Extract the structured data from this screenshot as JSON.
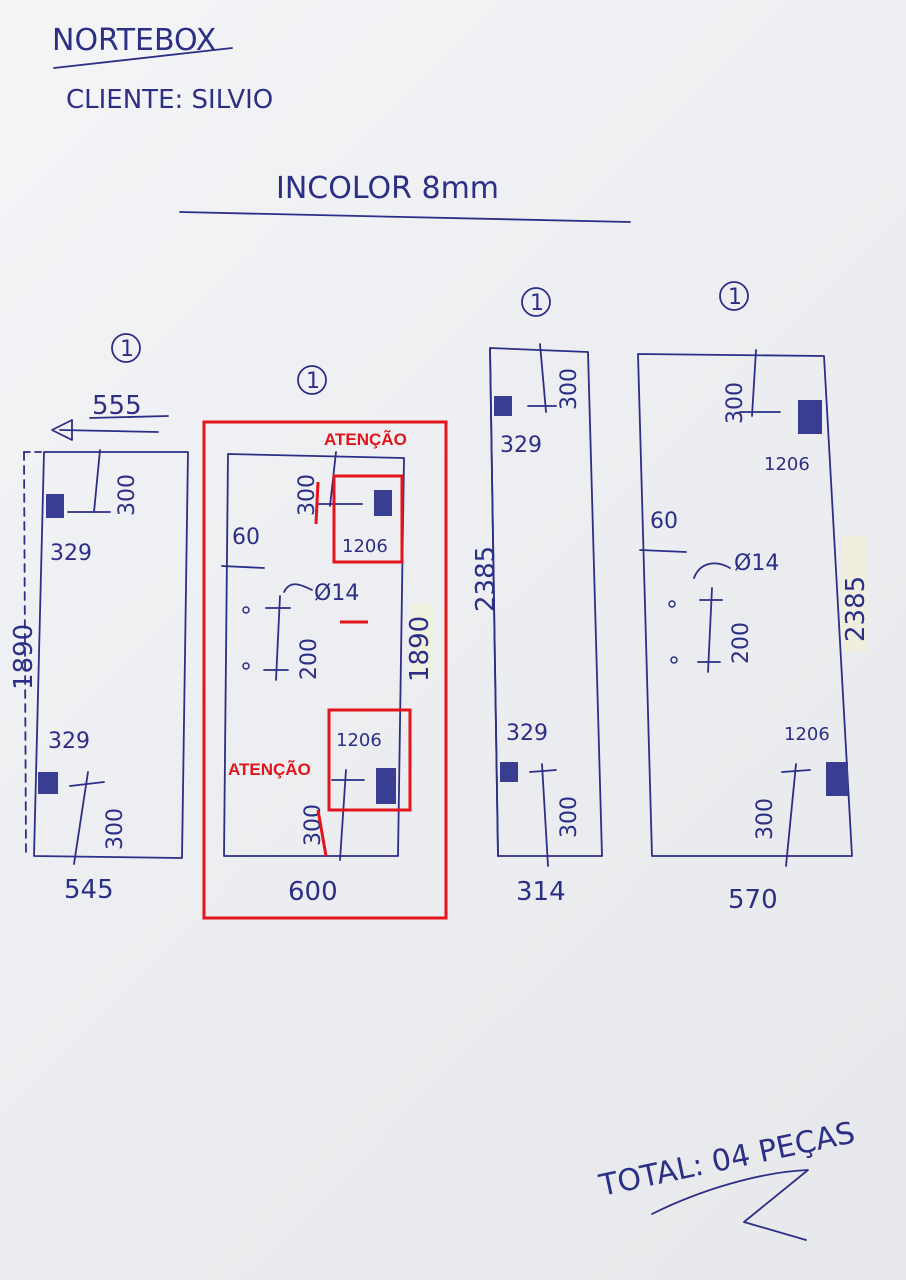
{
  "header": {
    "company": "NORTEBOX",
    "client": "CLIENTE: SILVIO",
    "material": "INCOLOR 8mm"
  },
  "pieces": [
    {
      "qty": "1",
      "top_width": "555",
      "bottom_width": "545",
      "height": "1890",
      "hinge_distance_top": "300",
      "hinge_distance_bottom": "300",
      "hinge_offset_top": "329",
      "hinge_offset_bottom": "329"
    },
    {
      "qty": "1",
      "bottom_width": "600",
      "height": "1890",
      "hinge_distance_top": "300",
      "hinge_distance_bottom": "300",
      "hinge_code_top": "1206",
      "hinge_code_bottom": "1206",
      "hole_offset": "60",
      "hole_diameter": "Ø14",
      "hole_spacing": "200",
      "warning_top": "ATENÇÃO",
      "warning_bottom": "ATENÇÃO"
    },
    {
      "qty": "1",
      "bottom_width": "314",
      "height": "2385",
      "hinge_distance_top": "300",
      "hinge_distance_bottom": "300",
      "hinge_offset_top": "329",
      "hinge_offset_bottom": "329"
    },
    {
      "qty": "1",
      "bottom_width": "570",
      "height": "2385",
      "hinge_distance_top": "300",
      "hinge_distance_bottom": "300",
      "hinge_code_top": "1206",
      "hinge_code_bottom": "1206",
      "hole_offset": "60",
      "hole_diameter": "Ø14",
      "hole_spacing": "200"
    }
  ],
  "total": "TOTAL: 04 PEÇAS",
  "colors": {
    "ink": "#2b2f86",
    "highlight": "#e3141b",
    "paper": "#eceef1"
  }
}
